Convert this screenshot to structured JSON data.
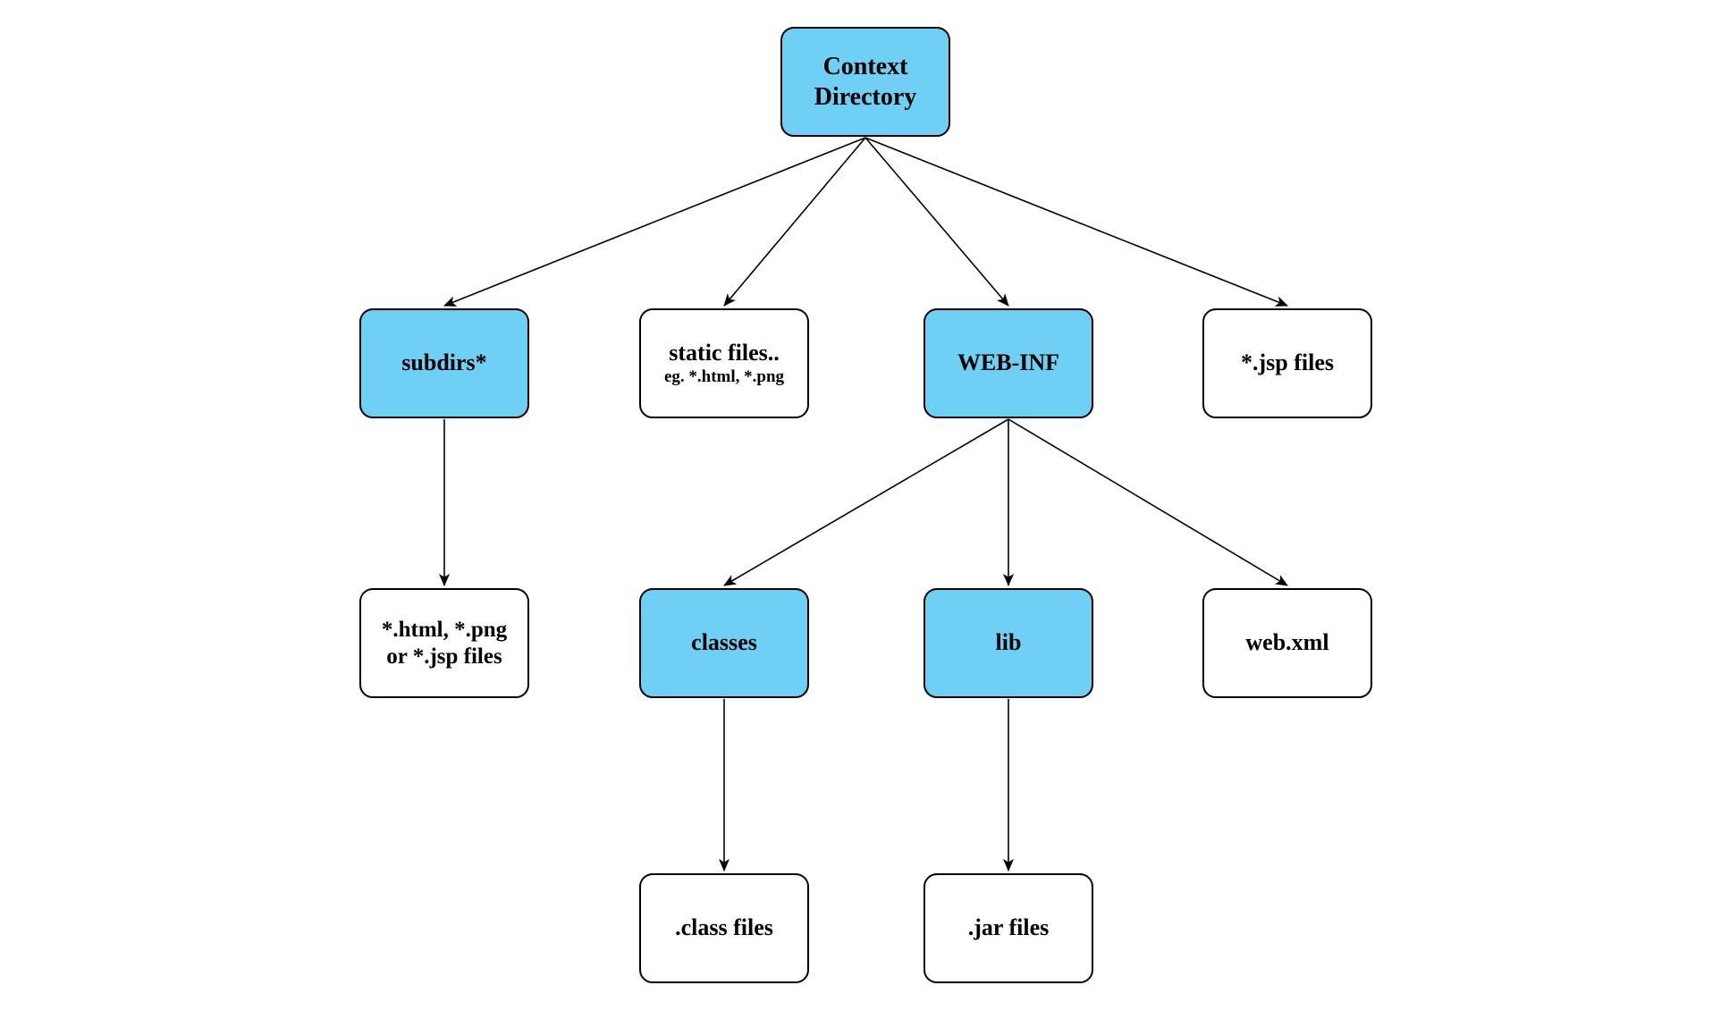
{
  "diagram": {
    "colors": {
      "highlight_fill": "#6FCFF5",
      "plain_fill": "#FFFFFF",
      "node_border": "#000000",
      "edge": "#000000",
      "text": "#000000",
      "background": "#FFFFFF"
    },
    "nodes": [
      {
        "id": "context-directory",
        "lines": [
          "Context",
          "Directory"
        ],
        "highlighted": true
      },
      {
        "id": "subdirs",
        "lines": [
          "subdirs*"
        ],
        "highlighted": true
      },
      {
        "id": "static-files",
        "lines": [
          "static files..",
          "eg. *.html, *.png"
        ],
        "highlighted": false
      },
      {
        "id": "web-inf",
        "lines": [
          "WEB-INF"
        ],
        "highlighted": true
      },
      {
        "id": "jsp-files",
        "lines": [
          "*.jsp files"
        ],
        "highlighted": false
      },
      {
        "id": "html-png-jsp-files",
        "lines": [
          "*.html, *.png",
          "or *.jsp files"
        ],
        "highlighted": false
      },
      {
        "id": "classes",
        "lines": [
          "classes"
        ],
        "highlighted": true
      },
      {
        "id": "lib",
        "lines": [
          "lib"
        ],
        "highlighted": true
      },
      {
        "id": "web-xml",
        "lines": [
          "web.xml"
        ],
        "highlighted": false
      },
      {
        "id": "class-files",
        "lines": [
          ".class files"
        ],
        "highlighted": false
      },
      {
        "id": "jar-files",
        "lines": [
          ".jar files"
        ],
        "highlighted": false
      }
    ],
    "edges": [
      {
        "from": "context-directory",
        "to": "subdirs"
      },
      {
        "from": "context-directory",
        "to": "static-files"
      },
      {
        "from": "context-directory",
        "to": "web-inf"
      },
      {
        "from": "context-directory",
        "to": "jsp-files"
      },
      {
        "from": "subdirs",
        "to": "html-png-jsp-files"
      },
      {
        "from": "web-inf",
        "to": "classes"
      },
      {
        "from": "web-inf",
        "to": "lib"
      },
      {
        "from": "web-inf",
        "to": "web-xml"
      },
      {
        "from": "classes",
        "to": "class-files"
      },
      {
        "from": "lib",
        "to": "jar-files"
      }
    ]
  }
}
